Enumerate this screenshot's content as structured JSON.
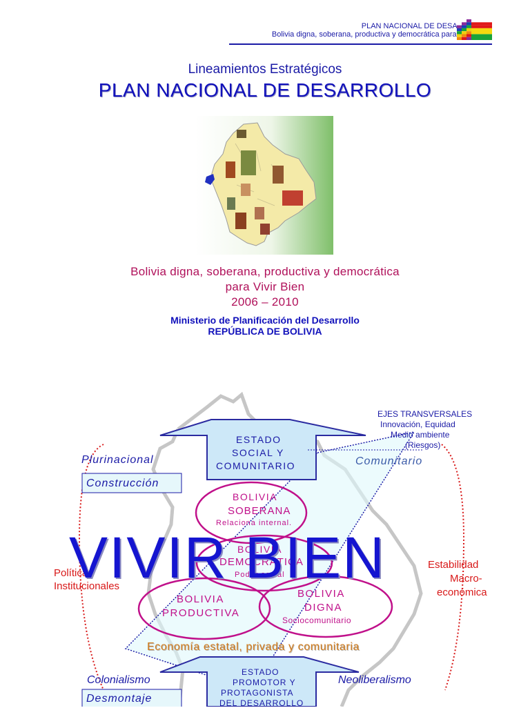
{
  "header": {
    "line1": "PLAN NACIONAL DE DESARROLLO:",
    "line2": "Bolivia digna, soberana,  productiva y democrática  para Vivir Bien"
  },
  "cover": {
    "subtitle": "Lineamientos Estratégicos",
    "title": "PLAN NACIONAL DE DESARROLLO",
    "tagline1": "Bolivia digna, soberana, productiva y democrática",
    "tagline2": "para Vivir Bien",
    "years": "2006 – 2010",
    "ministry": "Ministerio de Planificación del Desarrollo",
    "republic": "REPÚBLICA DE BOLIVIA"
  },
  "diagram": {
    "ejes_title": "EJES TRANSVERSALES",
    "ejes_line1": "Innovación,  Equidad",
    "ejes_line2": "Medio ambiente",
    "ejes_line3": "(Riesgos)",
    "estado_top1": "ESTADO",
    "estado_top2": "SOCIAL Y",
    "estado_top3": "COMUNITARIO",
    "plurinacional": "Plurinacional",
    "comunitario": "Comunitario",
    "construccion": "Construcción",
    "soberana1": "BOLIVIA",
    "soberana2": "SOBERANA",
    "soberana3": "Relaciona internal.",
    "democratica1": "BOLIVIA",
    "democratica2": "DEMOCRÁTICA",
    "democratica3": "Poder social",
    "vivir_bien": "VIVIR BIEN",
    "politicas1": "Políticas",
    "politicas2": "Institucionales",
    "estabilidad1": "Estabilidad",
    "estabilidad2": "Macro-",
    "estabilidad3": "económica",
    "productiva1": "BOLIVIA",
    "productiva2": "PRODUCTIVA",
    "digna1": "BOLIVIA",
    "digna2": "DIGNA",
    "digna3": "Sociocomunitario",
    "economia": "Economía estatal, privada y comunitaria",
    "estado_bot1": "ESTADO",
    "estado_bot2": "PROMOTOR Y",
    "estado_bot3": "PROTAGONISTA",
    "estado_bot4": "DEL DESARROLLO",
    "colonialismo": "Colonialismo",
    "neoliberalismo": "Neoliberalismo",
    "desmontaje": "Desmontaje"
  }
}
